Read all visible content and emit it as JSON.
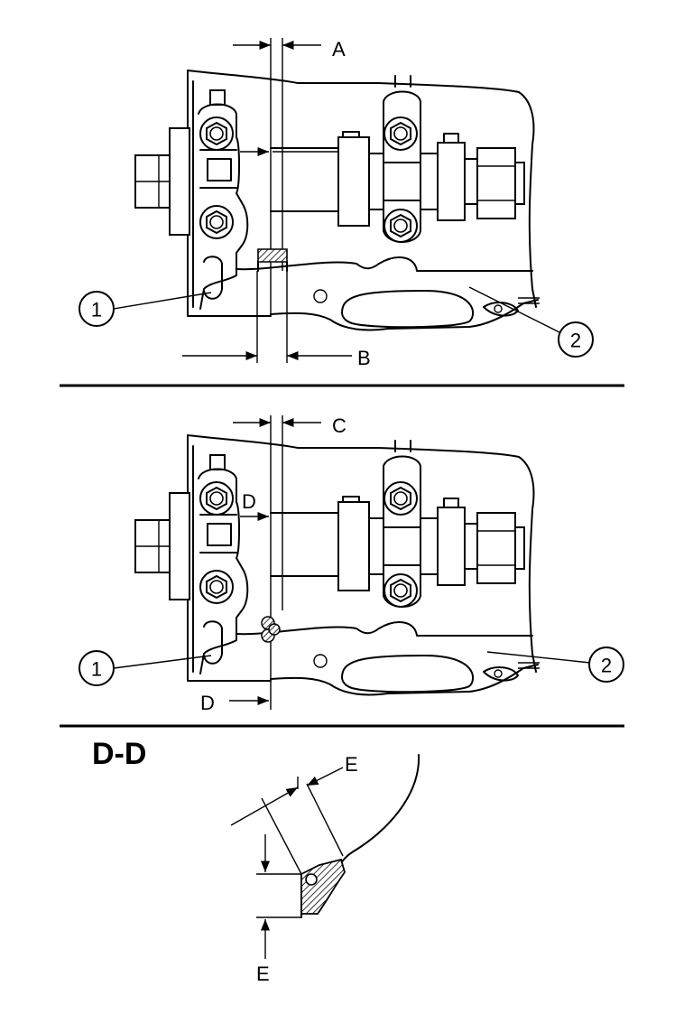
{
  "figure": {
    "labels": {
      "a": "A",
      "b": "B",
      "c": "C",
      "d": "D",
      "e": "E",
      "section": "D-D",
      "callout_1": "1",
      "callout_2": "2"
    }
  }
}
